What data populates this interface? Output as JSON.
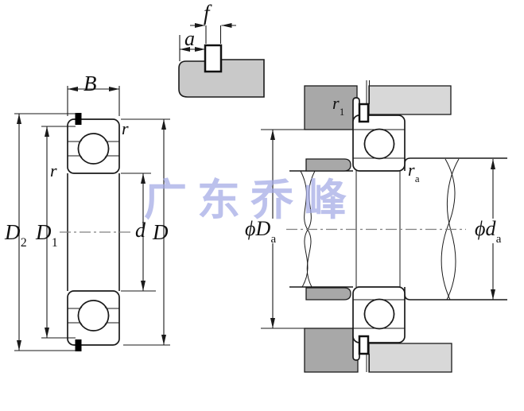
{
  "title": "Single-row deep groove ball bearing with snap ring — boundary and abutment dimension diagram",
  "watermark": {
    "text": "广东乔峰"
  },
  "colors": {
    "housing-dark": "#a8a8a8",
    "housing-light": "#d8d8d8",
    "detail-block": "#c9c9c9",
    "snap-ring": "#000000",
    "centerline": "#808080",
    "watermark": "#a3aae6"
  },
  "labels": {
    "groove_width": "f",
    "groove_position": "a",
    "bearing_width": "B",
    "snap_ring_od": {
      "base": "D",
      "sub": "2"
    },
    "groove_diameter": {
      "base": "D",
      "sub": "1"
    },
    "bore_diameter": "d",
    "outside_diameter": "D",
    "chamfer_top": "r",
    "chamfer_side": "r",
    "chamfer_snap_side": {
      "base": "r",
      "sub": "1"
    },
    "shaft_fillet": {
      "base": "r",
      "sub": "a"
    },
    "housing_abutment_dia": {
      "base": "ϕD",
      "sub": "a"
    },
    "shaft_abutment_dia": {
      "base": "ϕd",
      "sub": "a"
    }
  }
}
